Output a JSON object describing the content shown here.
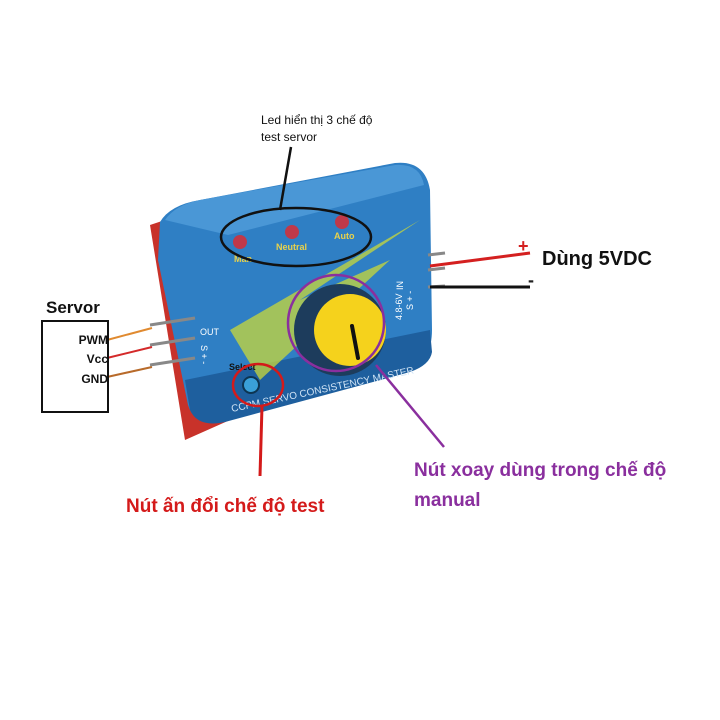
{
  "labels": {
    "led_title_line1": "Led hiển thị 3 chế độ",
    "led_title_line2": "test servor",
    "servo_title": "Servor",
    "pin_pwm": "PWM",
    "pin_vcc": "Vcc",
    "pin_gnd": "GND",
    "power_label": "Dùng 5VDC",
    "plus_sign": "+",
    "minus_sign": "-",
    "button_caption": "Nút ấn đổi chế độ test",
    "knob_caption": "Nút xoay dùng trong chế độ manual"
  },
  "board": {
    "led_1": "Man",
    "led_2": "Neutral",
    "led_3": "Auto",
    "out_label": "OUT",
    "out_pins": "S + -",
    "in_label": "IN",
    "in_voltage": "4.8-6V",
    "in_pins": "S + -",
    "select_label": "Select",
    "banner": "CCPM SERVO CONSISTENCY MASTER"
  },
  "colors": {
    "board_blue": "#2f7fc4",
    "board_blue_dark": "#1e5f9e",
    "knob_yellow": "#f5d21c",
    "red_annotation": "#d41a1a",
    "purple_annotation": "#8a2f9e"
  }
}
